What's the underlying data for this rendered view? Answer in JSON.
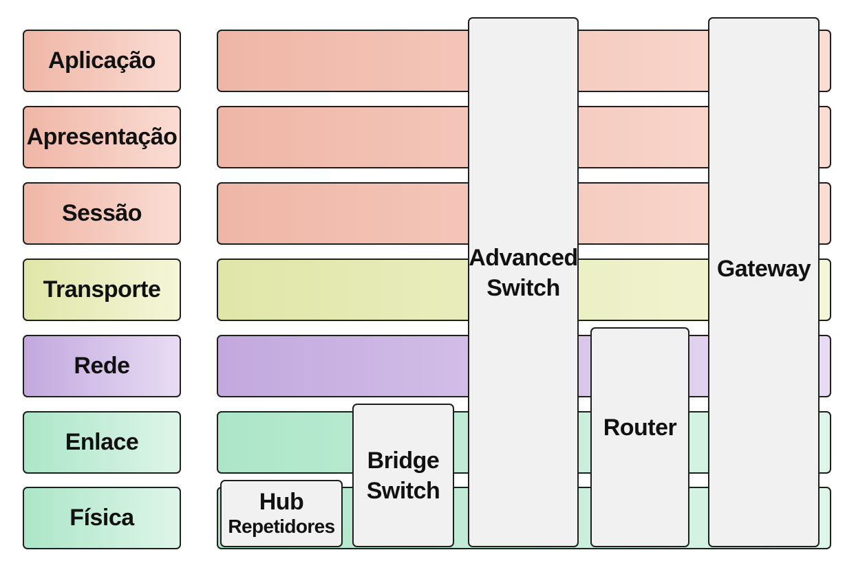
{
  "layers": [
    {
      "name": "Aplicação",
      "color_left": "#efb6a6",
      "color_right": "#fadcd3"
    },
    {
      "name": "Apresentação",
      "color_left": "#efb6a6",
      "color_right": "#fadcd3"
    },
    {
      "name": "Sessão",
      "color_left": "#efb6a6",
      "color_right": "#fadcd3"
    },
    {
      "name": "Transporte",
      "color_left": "#e0e6a8",
      "color_right": "#f4f6d8"
    },
    {
      "name": "Rede",
      "color_left": "#c2a8de",
      "color_right": "#e8dcf4"
    },
    {
      "name": "Enlace",
      "color_left": "#ace6c8",
      "color_right": "#def5e9"
    },
    {
      "name": "Física",
      "color_left": "#ace6c8",
      "color_right": "#def5e9"
    }
  ],
  "devices": {
    "hub": {
      "line1": "Hub",
      "line2": "Repetidores"
    },
    "bridge": {
      "line1": "Bridge",
      "line2": "Switch"
    },
    "advanced_switch": {
      "line1": "Advanced",
      "line2": "Switch"
    },
    "router": {
      "line1": "Router"
    },
    "gateway": {
      "line1": "Gateway"
    }
  },
  "device_fill": "#f1f1f1",
  "border_color": "#1e1e1e"
}
